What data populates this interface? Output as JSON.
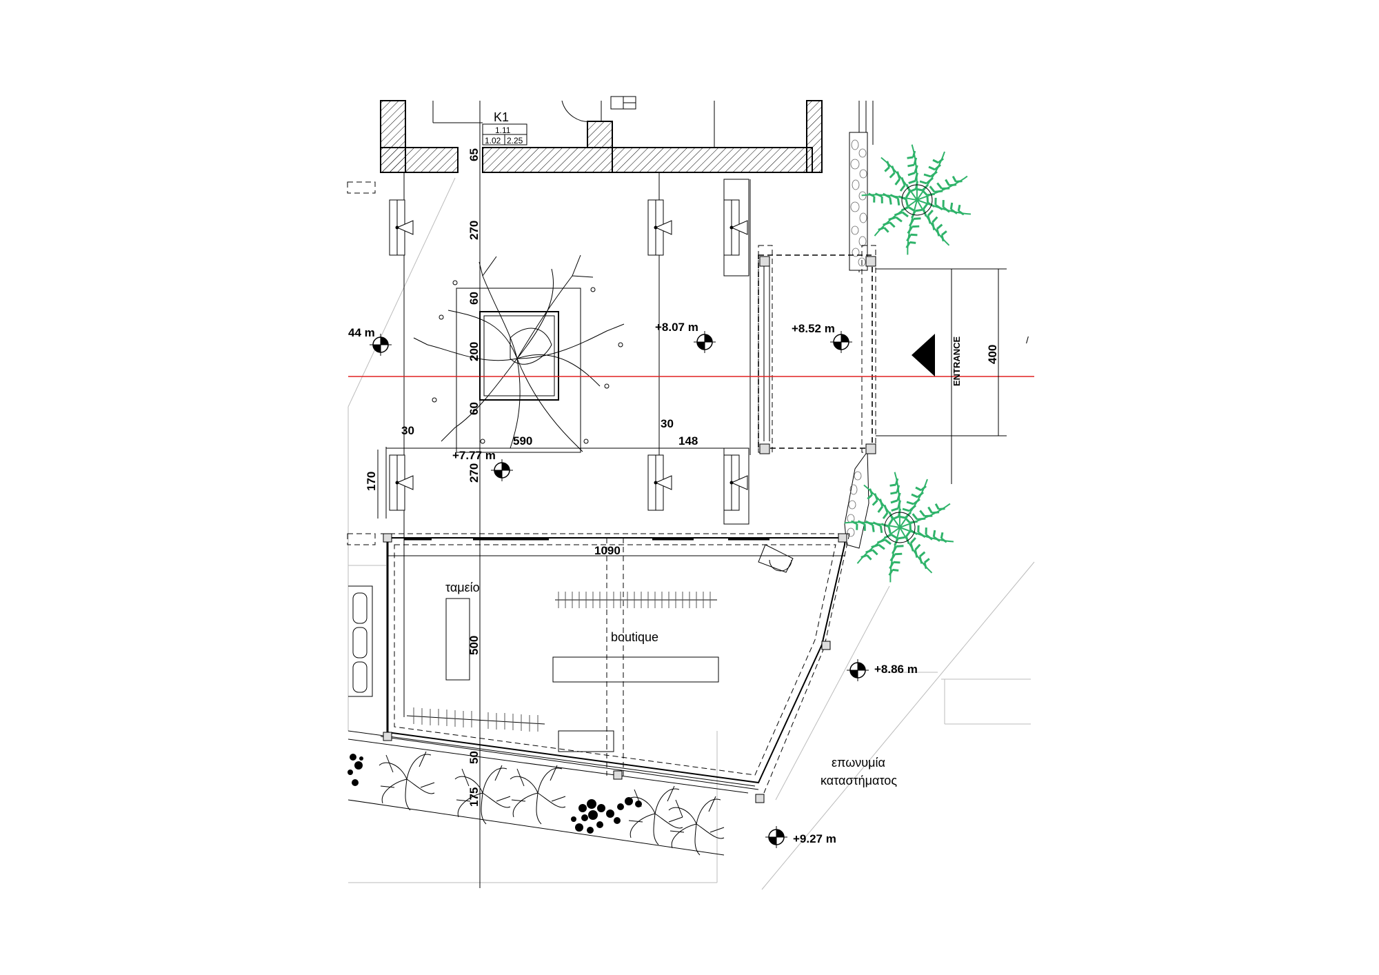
{
  "door_tag": {
    "name": "K1",
    "row1": "1.11",
    "row2_left": "1.02",
    "row2_right": "2.25"
  },
  "dimensions": {
    "d65": "65",
    "d270_top": "270",
    "d60_top": "60",
    "d200": "200",
    "d60_bottom": "60",
    "d270_bottom": "270",
    "d30_left": "30",
    "d590": "590",
    "d30_right": "30",
    "d148": "148",
    "d170": "170",
    "d400": "400",
    "d1090": "1090",
    "d500": "500",
    "d50": "50",
    "d175": "175"
  },
  "levels": {
    "l_left": "44 m",
    "l_807": "+8.07 m",
    "l_852": "+8.52 m",
    "l_777": "+7.77 m",
    "l_886": "+8.86 m",
    "l_927": "+9.27 m"
  },
  "labels": {
    "entrance": "ENTRANCE",
    "cashier": "ταμείο",
    "boutique": "boutique",
    "signage_line1": "επωνυμία",
    "signage_line2": "καταστήματος"
  },
  "colors": {
    "section_line": "#e02020",
    "palm": "#2fb36a",
    "ink": "#000000"
  },
  "icons": {
    "level_marker": "level-marker-icon",
    "entrance_arrow": "entrance-arrow-icon",
    "palm": "palm-tree-icon",
    "tree": "tree-icon"
  }
}
